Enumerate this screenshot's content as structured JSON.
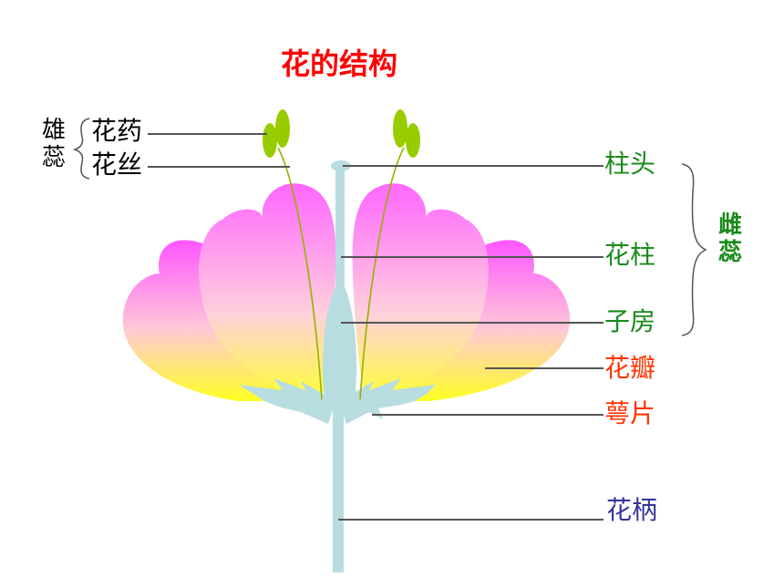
{
  "title": "花的结构",
  "labels": {
    "anther": "花药",
    "filament": "花丝",
    "stamen": "雄蕊",
    "stigma": "柱头",
    "style": "花柱",
    "ovary": "子房",
    "pistil": "雌蕊",
    "petal": "花瓣",
    "sepal": "萼片",
    "pedicel": "花柄"
  },
  "colors": {
    "title": "#ff0000",
    "stamen_labels": "#000000",
    "pistil_labels": "#1a8a1a",
    "petal_sepal_labels": "#ff3300",
    "pedicel_label": "#333399",
    "petal_top": "#ff66ff",
    "petal_bottom": "#ffff33",
    "stem": "#b8dde0",
    "anther": "#99cc00",
    "leader_line": "#555555"
  }
}
